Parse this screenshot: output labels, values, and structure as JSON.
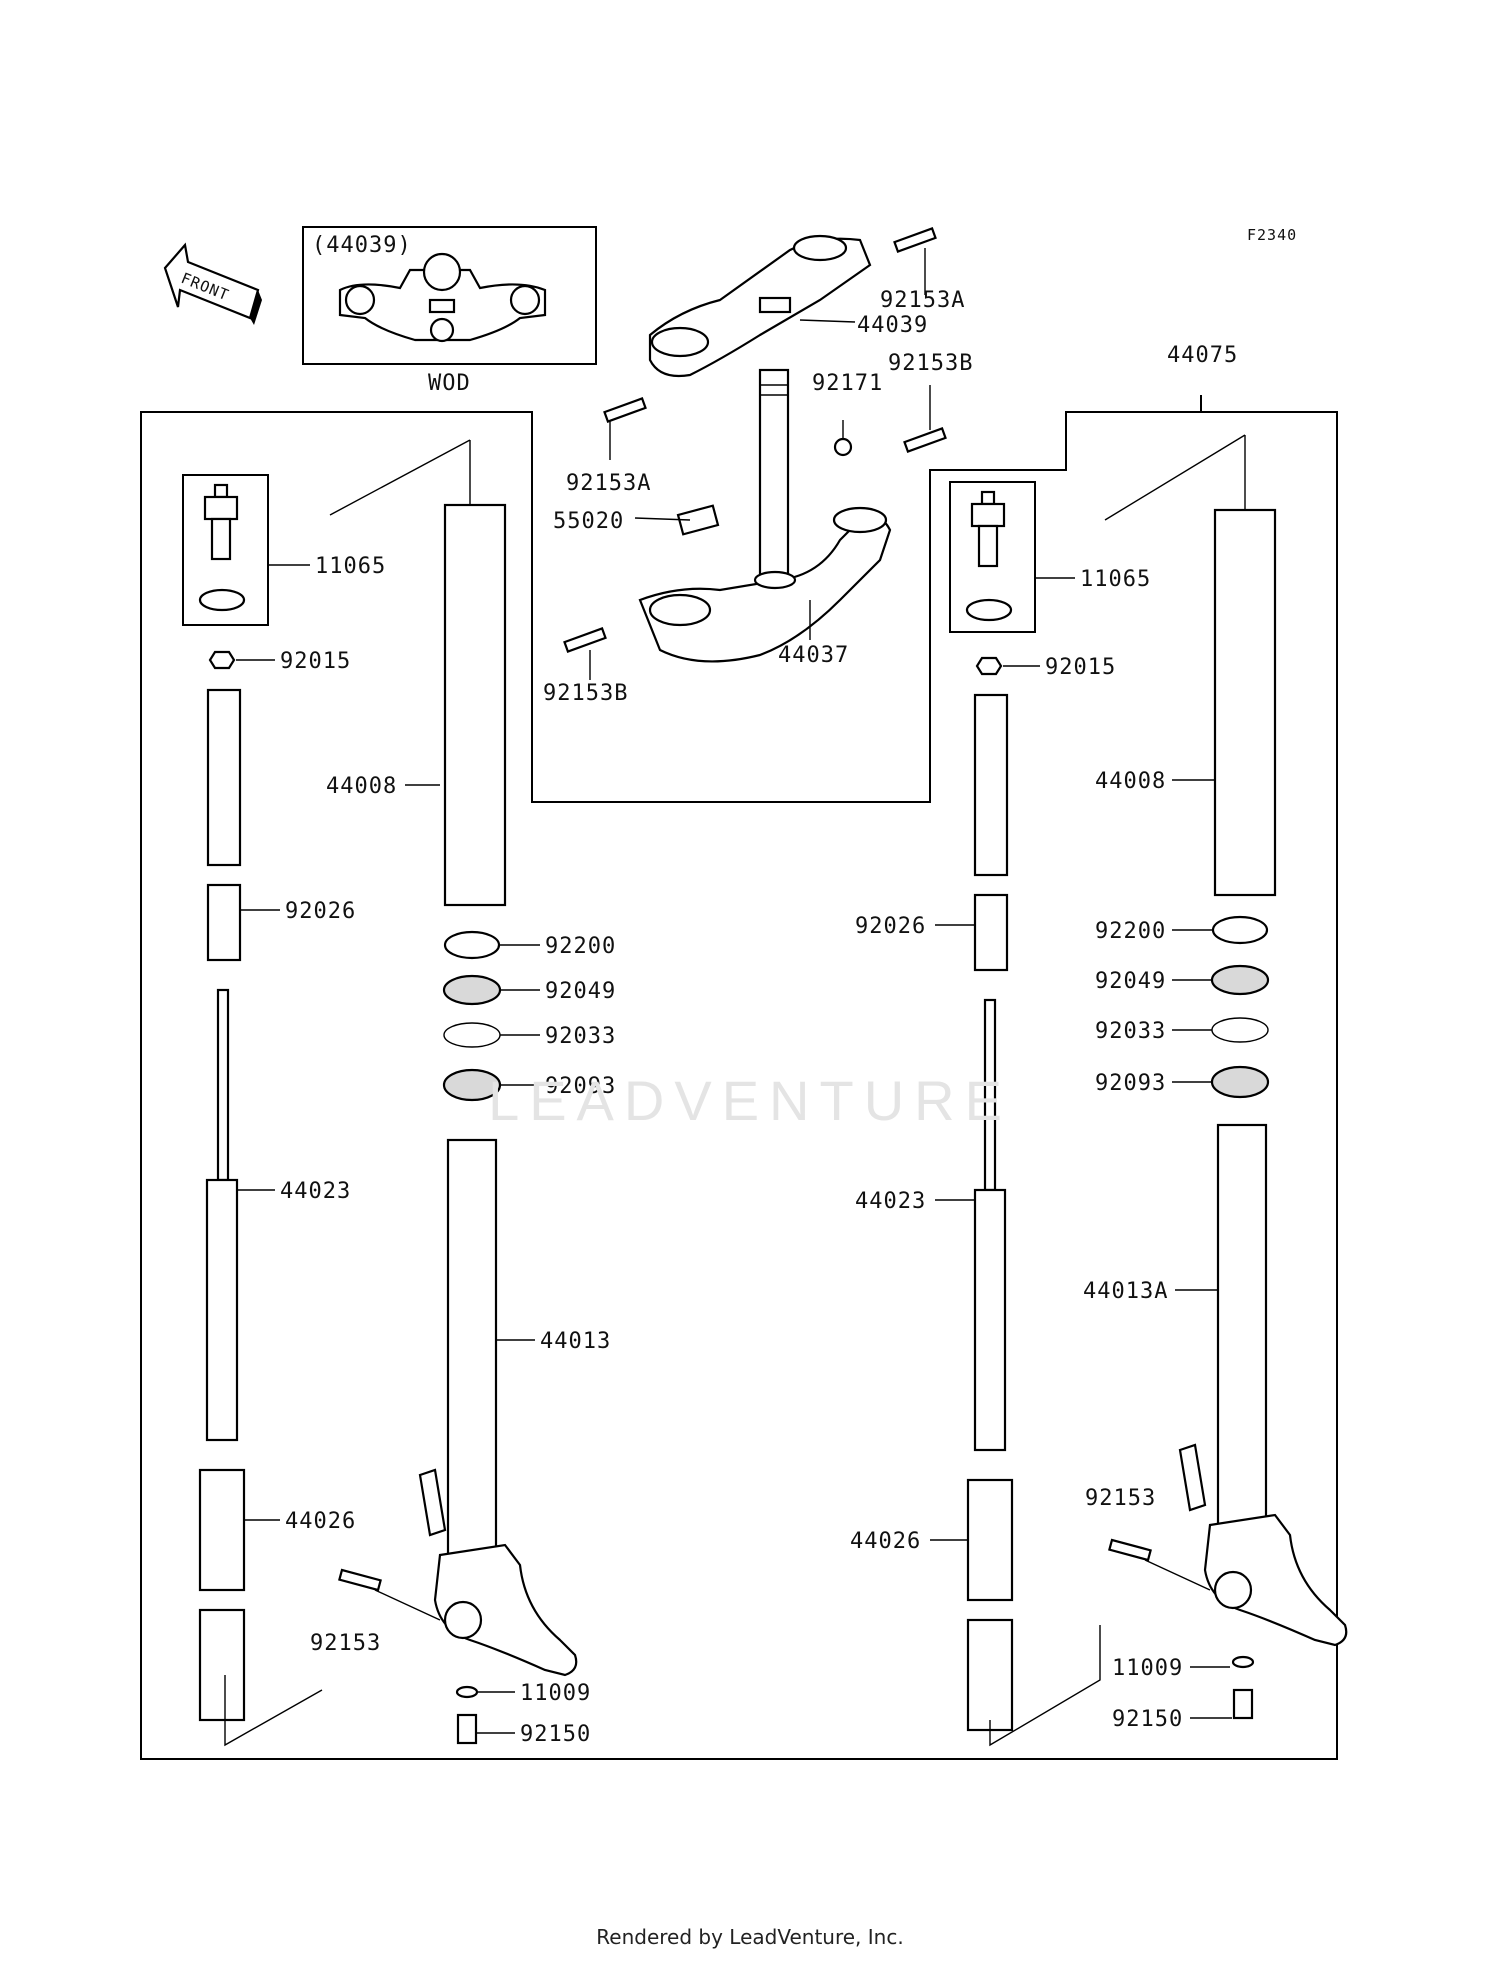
{
  "diagram_code": "F2340",
  "front_label": "FRONT",
  "inset_title": "(44039)",
  "inset_caption": "WOD",
  "assembly_label": "44075",
  "callouts": {
    "c_92153A_top": "92153A",
    "c_44039": "44039",
    "c_92171": "92171",
    "c_92153B_top": "92153B",
    "c_92153A_left": "92153A",
    "c_55020": "55020",
    "c_44037": "44037",
    "c_92153B_bottom": "92153B",
    "L_11065": "11065",
    "L_92015": "92015",
    "L_44008": "44008",
    "L_92026": "92026",
    "L_92200": "92200",
    "L_92049": "92049",
    "L_92033": "92033",
    "L_92093": "92093",
    "L_44023": "44023",
    "L_44013": "44013",
    "L_44026": "44026",
    "L_92153": "92153",
    "L_11009": "11009",
    "L_92150": "92150",
    "R_11065": "11065",
    "R_92015": "92015",
    "R_44008": "44008",
    "R_92026": "92026",
    "R_92200": "92200",
    "R_92049": "92049",
    "R_92033": "92033",
    "R_92093": "92093",
    "R_44023": "44023",
    "R_44013A": "44013A",
    "R_92153": "92153",
    "R_44026": "44026",
    "R_11009": "11009",
    "R_92150": "92150"
  },
  "watermark": "LEADVENTURE",
  "footer": "Rendered by LeadVenture, Inc."
}
